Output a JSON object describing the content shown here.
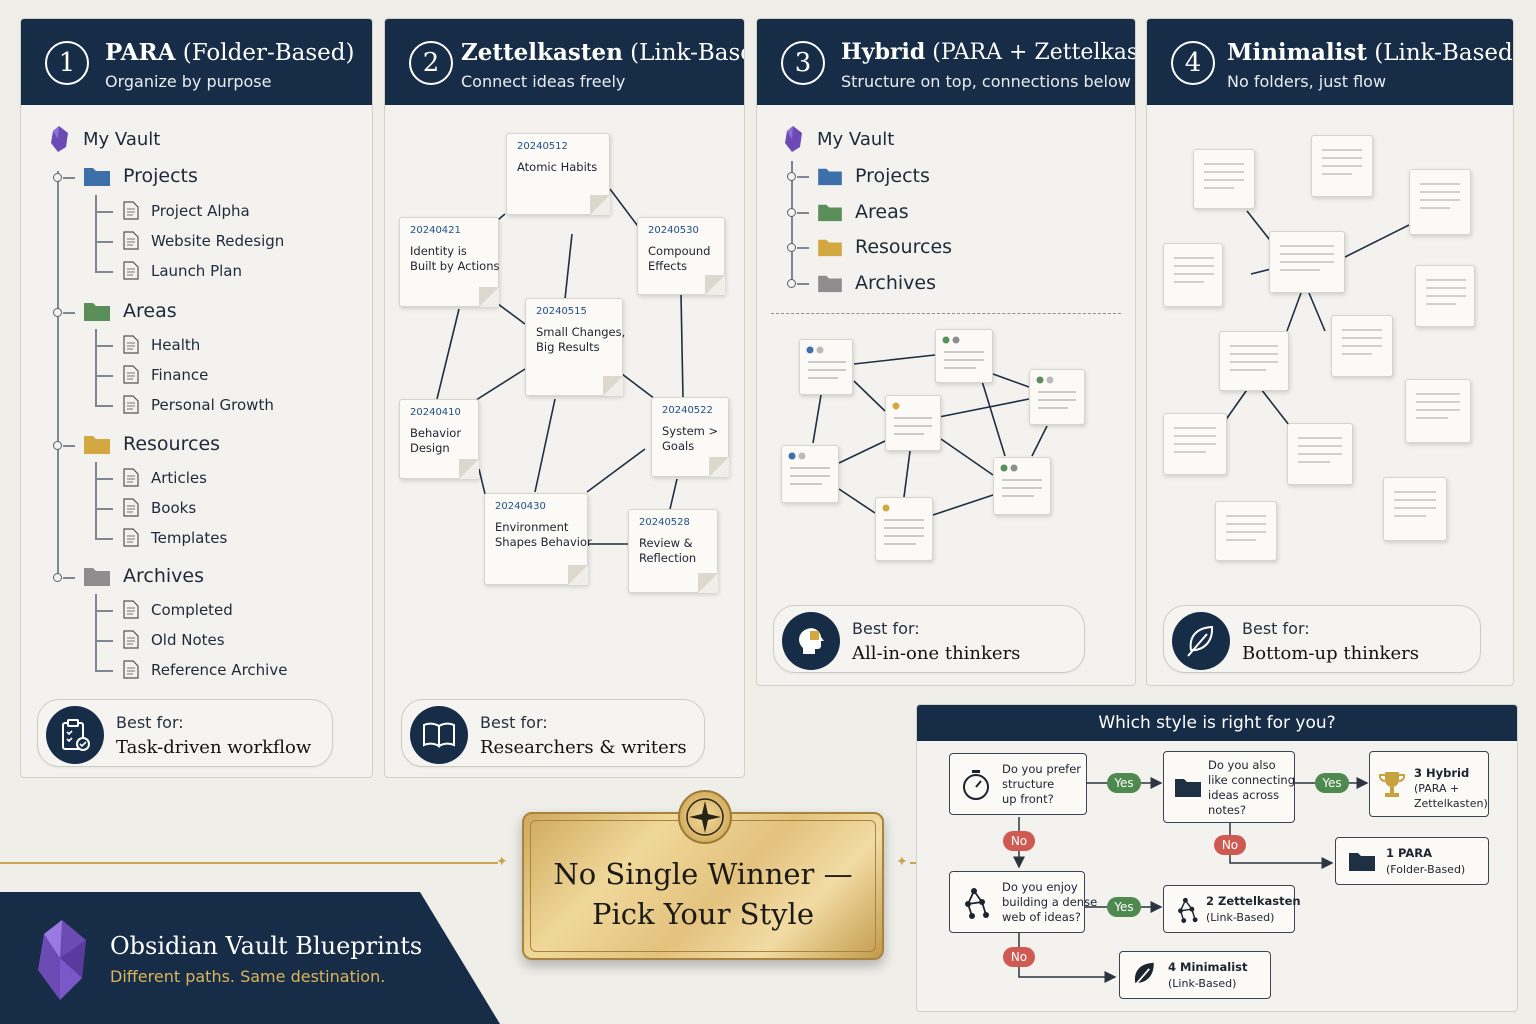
{
  "panels": [
    {
      "num": "1",
      "title_a": "PARA",
      "title_b": " (Folder-Based)",
      "subtitle": "Organize by purpose",
      "best_label": "Best for:",
      "best_value": "Task-driven workflow"
    },
    {
      "num": "2",
      "title_a": "Zettelkasten",
      "title_b": " (Link-Based)",
      "subtitle": "Connect ideas freely",
      "best_label": "Best for:",
      "best_value": "Researchers & writers"
    },
    {
      "num": "3",
      "title_a": "Hybrid",
      "title_b": " (PARA + Zettelkasten)",
      "subtitle": "Structure on top, connections below",
      "best_label": "Best for:",
      "best_value": "All-in-one thinkers"
    },
    {
      "num": "4",
      "title_a": "Minimalist",
      "title_b": " (Link-Based)",
      "subtitle": "No folders, just flow",
      "best_label": "Best for:",
      "best_value": "Bottom-up thinkers"
    }
  ],
  "para_tree": {
    "vault": "My Vault",
    "folders": [
      {
        "name": "Projects",
        "color": "#3d6fa8",
        "files": [
          "Project Alpha",
          "Website Redesign",
          "Launch Plan"
        ]
      },
      {
        "name": "Areas",
        "color": "#5a8f5a",
        "files": [
          "Health",
          "Finance",
          "Personal Growth"
        ]
      },
      {
        "name": "Resources",
        "color": "#d3a840",
        "files": [
          "Articles",
          "Books",
          "Templates"
        ]
      },
      {
        "name": "Archives",
        "color": "#8e8e8e",
        "files": [
          "Completed",
          "Old Notes",
          "Reference Archive"
        ]
      }
    ]
  },
  "zettel_notes": [
    {
      "id": "20240512",
      "title": "Atomic Habits"
    },
    {
      "id": "20240421",
      "title": "Identity is\nBuilt by Actions"
    },
    {
      "id": "20240530",
      "title": "Compound\nEffects"
    },
    {
      "id": "20240515",
      "title": "Small Changes,\nBig Results"
    },
    {
      "id": "20240410",
      "title": "Behavior\nDesign"
    },
    {
      "id": "20240522",
      "title": "System >\nGoals"
    },
    {
      "id": "20240430",
      "title": "Environment\nShapes Behavior"
    },
    {
      "id": "20240528",
      "title": "Review &\nReflection"
    }
  ],
  "hybrid_tree": {
    "vault": "My Vault",
    "folders": [
      {
        "name": "Projects",
        "color": "#3d6fa8"
      },
      {
        "name": "Areas",
        "color": "#5a8f5a"
      },
      {
        "name": "Resources",
        "color": "#d3a840"
      },
      {
        "name": "Archives",
        "color": "#8e8e8e"
      }
    ]
  },
  "brand": {
    "title": "Obsidian Vault Blueprints",
    "tagline": "Different paths. Same destination."
  },
  "plaque": {
    "line1": "No Single Winner —",
    "line2": "Pick Your Style"
  },
  "decision": {
    "title": "Which style is right for you?",
    "q1": "Do you prefer\nstructure\nup front?",
    "q2": "Do you also\nlike connecting\nideas across\nnotes?",
    "q3": "Do you enjoy\nbuilding a dense\nweb of ideas?",
    "yes": "Yes",
    "no": "No",
    "r_hybrid_a": "3 Hybrid",
    "r_hybrid_b": "(PARA +\nZettelkasten)",
    "r_para_a": "1 PARA",
    "r_para_b": "(Folder-Based)",
    "r_zettel_a": "2 Zettelkasten",
    "r_zettel_b": "(Link-Based)",
    "r_min_a": "4 Minimalist",
    "r_min_b": "(Link-Based)"
  },
  "colors": {
    "navy": "#172d47",
    "gold": "#d9b45a",
    "yes_green": "#4e8a4f",
    "no_red": "#cf5a52",
    "vault_purple": "#6c4bb5"
  }
}
